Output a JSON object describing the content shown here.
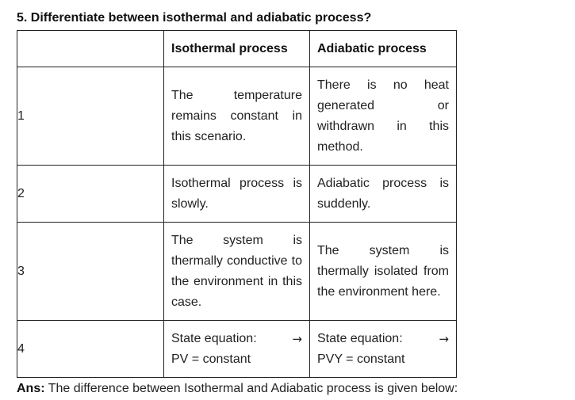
{
  "question": "5. Differentiate between isothermal and adiabatic process?",
  "table": {
    "headers": [
      "",
      "Isothermal process",
      "Adiabatic process"
    ],
    "rows": [
      {
        "num": "1",
        "isothermal": "The temperature remains constant in this scenario.",
        "adiabatic": "There is no heat generated or withdrawn in this method."
      },
      {
        "num": "2",
        "isothermal": "Isothermal process is slowly.",
        "adiabatic": "Adiabatic process is suddenly."
      },
      {
        "num": "3",
        "isothermal": "The system is thermally conductive to the environment in this case.",
        "adiabatic": "The system is thermally isolated from the environment here."
      },
      {
        "num": "4",
        "isothermal_label": "State equation:",
        "isothermal_value": "PV = constant",
        "adiabatic_label": "State equation:",
        "adiabatic_value": "PVY = constant",
        "arrow": "→"
      }
    ]
  },
  "answer": {
    "label": "Ans:",
    "text": "The difference between Isothermal and Adiabatic process is given below:"
  }
}
